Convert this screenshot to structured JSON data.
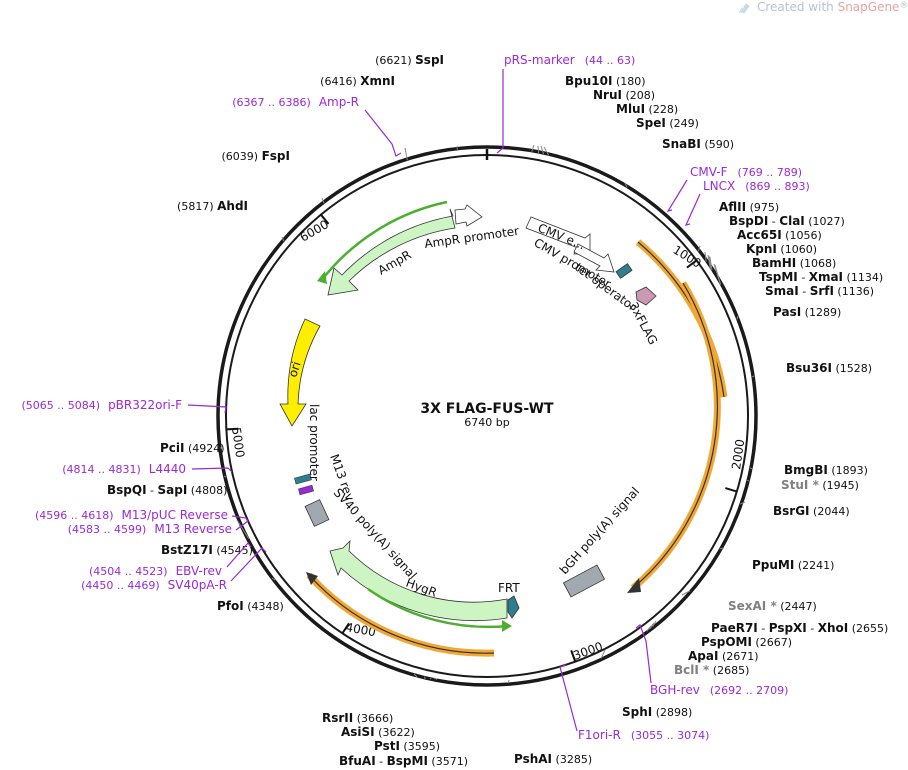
{
  "branding": {
    "prefix": "Created with ",
    "product": "SnapGene",
    "mark": "®",
    "icon": "snapgene-logo-icon"
  },
  "plasmid": {
    "name": "3X FLAG-FUS-WT",
    "size_label": "6740 bp",
    "length": 6740
  },
  "ticks": [
    "1000",
    "2000",
    "3000",
    "4000",
    "5000",
    "6000"
  ],
  "enzymes": [
    {
      "name": "SspI",
      "pos": "(6621)"
    },
    {
      "name": "XmnI",
      "pos": "(6416)"
    },
    {
      "name": "FspI",
      "pos": "(6039)"
    },
    {
      "name": "AhdI",
      "pos": "(5817)"
    },
    {
      "name": "Bpu10I",
      "pos": "(180)"
    },
    {
      "name": "NruI",
      "pos": "(208)"
    },
    {
      "name": "MluI",
      "pos": "(228)"
    },
    {
      "name": "SpeI",
      "pos": "(249)"
    },
    {
      "name": "SnaBI",
      "pos": "(590)"
    },
    {
      "name": "AflII",
      "pos": "(975)"
    },
    {
      "name": "BspDI",
      "name2": "ClaI",
      "pos": "(1027)"
    },
    {
      "name": "Acc65I",
      "pos": "(1056)"
    },
    {
      "name": "KpnI",
      "pos": "(1060)"
    },
    {
      "name": "BamHI",
      "pos": "(1068)"
    },
    {
      "name": "TspMI",
      "name2": "XmaI",
      "pos": "(1134)"
    },
    {
      "name": "SmaI",
      "name2": "SrfI",
      "pos": "(1136)"
    },
    {
      "name": "PasI",
      "pos": "(1289)"
    },
    {
      "name": "Bsu36I",
      "pos": "(1528)"
    },
    {
      "name": "BmgBI",
      "pos": "(1893)"
    },
    {
      "name": "StuI *",
      "pos": "(1945)"
    },
    {
      "name": "BsrGI",
      "pos": "(2044)"
    },
    {
      "name": "PpuMI",
      "pos": "(2241)"
    },
    {
      "name": "SexAI *",
      "pos": "(2447)"
    },
    {
      "name": "PaeR7I",
      "name2": "PspXI",
      "name3": "XhoI",
      "pos": "(2655)"
    },
    {
      "name": "PspOMI",
      "pos": "(2667)"
    },
    {
      "name": "ApaI",
      "pos": "(2671)"
    },
    {
      "name": "BclI *",
      "pos": "(2685)"
    },
    {
      "name": "SphI",
      "pos": "(2898)"
    },
    {
      "name": "PshAI",
      "pos": "(3285)"
    },
    {
      "name": "BfuAI",
      "name2": "BspMI",
      "pos": "(3571)"
    },
    {
      "name": "PstI",
      "pos": "(3595)"
    },
    {
      "name": "AsiSI",
      "pos": "(3622)"
    },
    {
      "name": "RsrII",
      "pos": "(3666)"
    },
    {
      "name": "PfoI",
      "pos": "(4348)"
    },
    {
      "name": "BstZ17I",
      "pos": "(4545)"
    },
    {
      "name": "BspQI",
      "name2": "SapI",
      "pos": "(4808)"
    },
    {
      "name": "PciI",
      "pos": "(4924)"
    }
  ],
  "primers": [
    {
      "name": "pRS-marker",
      "range": "(44 .. 63)"
    },
    {
      "name": "Amp-R",
      "range": "(6367 .. 6386)"
    },
    {
      "name": "CMV-F",
      "range": "(769 .. 789)"
    },
    {
      "name": "LNCX",
      "range": "(869 .. 893)"
    },
    {
      "name": "BGH-rev",
      "range": "(2692 .. 2709)"
    },
    {
      "name": "F1ori-R",
      "range": "(3055 .. 3074)"
    },
    {
      "name": "pBR322ori-F",
      "range": "(5065 .. 5084)"
    },
    {
      "name": "L4440",
      "range": "(4814 .. 4831)"
    },
    {
      "name": "M13/pUC Reverse",
      "range": "(4596 .. 4618)"
    },
    {
      "name": "M13 Reverse",
      "range": "(4583 .. 4599)"
    },
    {
      "name": "EBV-rev",
      "range": "(4504 .. 4523)"
    },
    {
      "name": "SV40pA-R",
      "range": "(4450 .. 4469)"
    }
  ],
  "features": {
    "cmv_enhancer": "CMV e...",
    "cmv_promoter": "CMV promoter",
    "tet_operator": "tet operator",
    "flag": "3xFLAG",
    "ampr": "AmpR",
    "ampr_promoter": "AmpR promoter",
    "ori": "ori",
    "lac_promoter": "lac promoter",
    "m13_rev": "M13 rev",
    "sv40": "SV40 poly(A) signal",
    "hygr": "HygR",
    "frt": "FRT",
    "bgh": "bGH poly(A) signal"
  },
  "colors": {
    "backbone": "#1a1a1a",
    "ampr_fill": "#ccf5c3",
    "ampr_orf": "#4caf2e",
    "ori_fill": "#ffee00",
    "orf_orange": "#f2a735",
    "flag_fill": "#cc99b2",
    "teal": "#2d7f8f",
    "grey": "#a0a8b0",
    "primer": "#9a29d6"
  }
}
